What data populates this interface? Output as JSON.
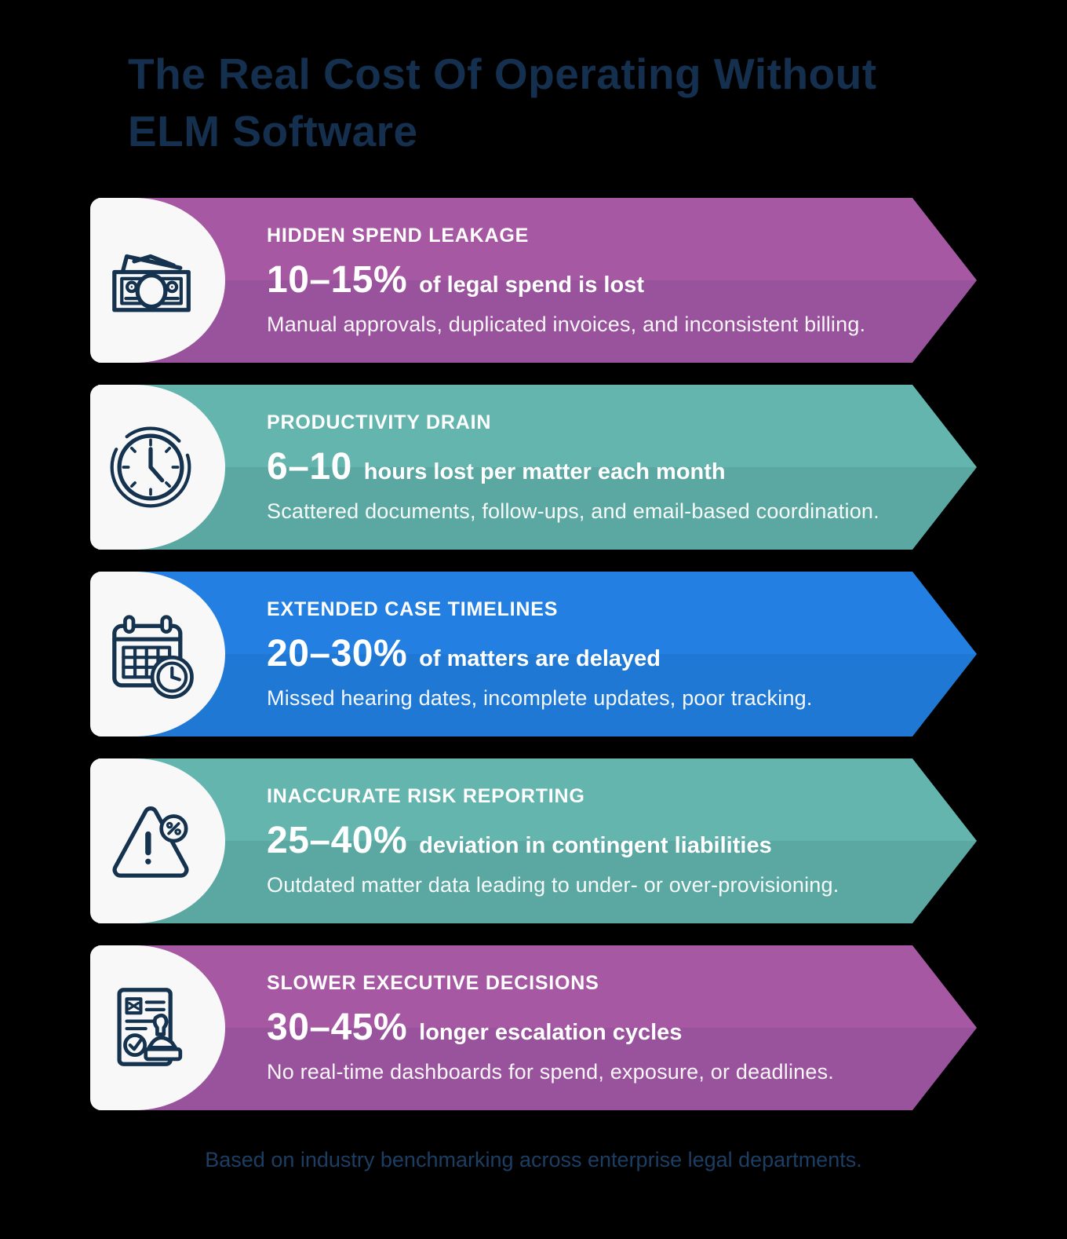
{
  "title": {
    "line1": "The Real Cost Of Operating Without",
    "line2": "ELM Software"
  },
  "rows": [
    {
      "kicker": "HIDDEN SPEND LEAKAGE",
      "stat": "10–15%",
      "stat_label": "of legal spend is lost",
      "description": "Manual approvals, duplicated invoices, and inconsistent billing.",
      "icon": "money-bills-icon",
      "color_top": "#a758a3",
      "color_bottom": "#99529c"
    },
    {
      "kicker": "PRODUCTIVITY DRAIN",
      "stat": "6–10",
      "stat_label": "hours lost per matter each month",
      "description": "Scattered documents, follow-ups, and email-based coordination.",
      "icon": "clock-icon",
      "color_top": "#64b5ae",
      "color_bottom": "#5ba8a2"
    },
    {
      "kicker": "EXTENDED CASE TIMELINES",
      "stat": "20–30%",
      "stat_label": "of matters are delayed",
      "description": "Missed hearing dates, incomplete updates, poor tracking.",
      "icon": "calendar-clock-icon",
      "color_top": "#2380e2",
      "color_bottom": "#1f78d3"
    },
    {
      "kicker": "INACCURATE RISK REPORTING",
      "stat": "25–40%",
      "stat_label": "deviation in contingent liabilities",
      "description": "Outdated matter data leading to under- or over-provisioning.",
      "icon": "risk-warning-icon",
      "color_top": "#64b5ae",
      "color_bottom": "#5ba8a2"
    },
    {
      "kicker": "SLOWER EXECUTIVE DECISIONS",
      "stat": "30–45%",
      "stat_label": "longer escalation cycles",
      "description": "No real-time dashboards for spend, exposure, or deadlines.",
      "icon": "document-stamp-icon",
      "color_top": "#a758a3",
      "color_bottom": "#99529c"
    }
  ],
  "footer": {
    "note": "Based on industry benchmarking across enterprise legal departments."
  },
  "chart_data": {
    "type": "table",
    "title": "The Real Cost Of Operating Without ELM Software",
    "categories": [
      "Hidden spend leakage",
      "Productivity drain",
      "Extended case timelines",
      "Inaccurate risk reporting",
      "Slower executive decisions"
    ],
    "series": [
      {
        "name": "range_low",
        "values": [
          10,
          6,
          20,
          25,
          30
        ]
      },
      {
        "name": "range_high",
        "values": [
          15,
          10,
          30,
          40,
          45
        ]
      }
    ],
    "units": [
      "% of legal spend lost",
      "hours lost per matter each month",
      "% of matters delayed",
      "% deviation in contingent liabilities",
      "% longer escalation cycles"
    ],
    "source_note": "Based on industry benchmarking across enterprise legal departments."
  },
  "colors": {
    "background": "#000000",
    "title_text": "#14304e",
    "capsule": "#f8f8f9",
    "icon_stroke": "#15334f",
    "banner_text": "#ffffff",
    "purple_top": "#a758a3",
    "purple_bottom": "#99529c",
    "teal_top": "#64b5ae",
    "teal_bottom": "#5ba8a2",
    "blue_top": "#2380e2",
    "blue_bottom": "#1f78d3"
  }
}
